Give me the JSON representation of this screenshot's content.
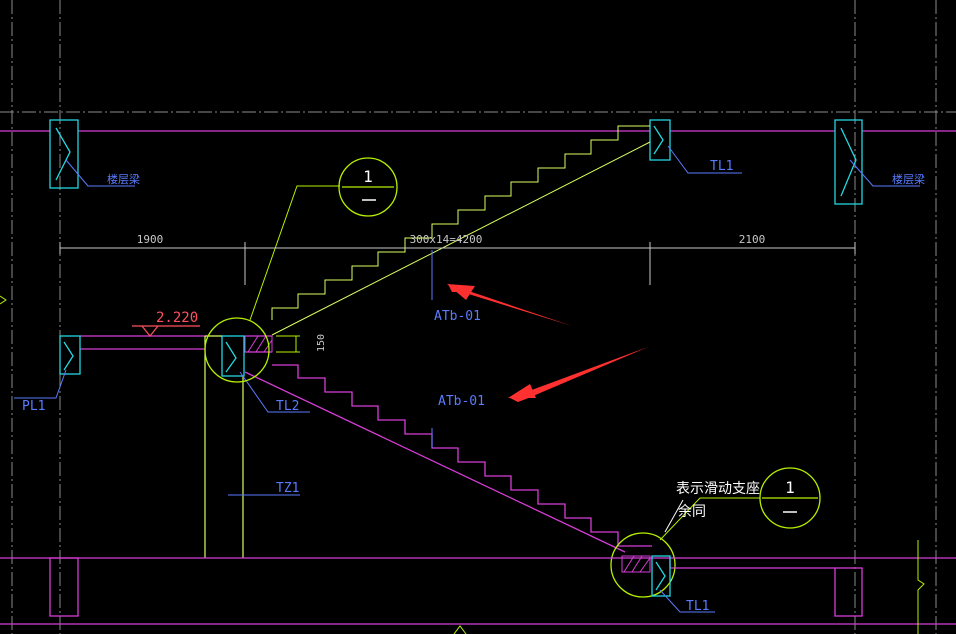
{
  "dimensions": {
    "left_span": "1900",
    "middle_span": "300x14=4200",
    "right_span": "2100",
    "rise": "150"
  },
  "elevation": "2.220",
  "labels": {
    "floor_beam_left": "楼层梁",
    "floor_beam_right": "楼层梁",
    "tl1_top": "TL1",
    "tl1_bottom": "TL1",
    "pl1": "PL1",
    "tl2": "TL2",
    "tz1": "TZ1",
    "atb_upper": "ATb-01",
    "atb_lower": "ATb-01",
    "note_line1": "表示滑动支座",
    "note_line2": "余同"
  },
  "detail_marks": [
    {
      "number": "1"
    },
    {
      "number": "1"
    }
  ],
  "colors": {
    "background": "#000000",
    "magenta": "#d63cd6",
    "cyan": "#22d8e0",
    "green": "#b6f000",
    "yellow_green": "#d8ff60",
    "blue": "#5a7bff",
    "dim": "#c8c8c8",
    "red_arrow": "#ff3030",
    "elevation_red": "#ff5060"
  }
}
